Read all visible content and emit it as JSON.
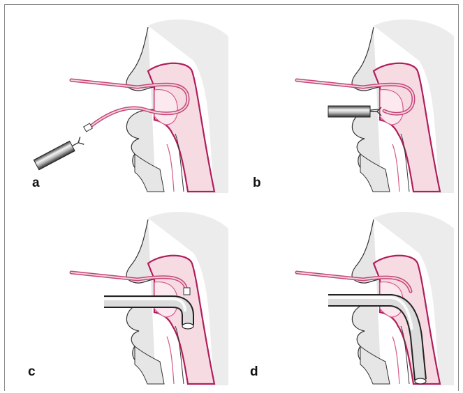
{
  "panels": [
    {
      "label": "a"
    },
    {
      "label": "b"
    },
    {
      "label": "c"
    },
    {
      "label": "d"
    }
  ],
  "colors": {
    "border": "#8a8a8a",
    "face_fill": "#e6e6e6",
    "tissue_fill": "#f6dbe3",
    "mucosa": "#b01e5c",
    "tube_stroke": "#c44777",
    "scope_dark": "#333333",
    "scope_light": "#f2f2f2"
  }
}
